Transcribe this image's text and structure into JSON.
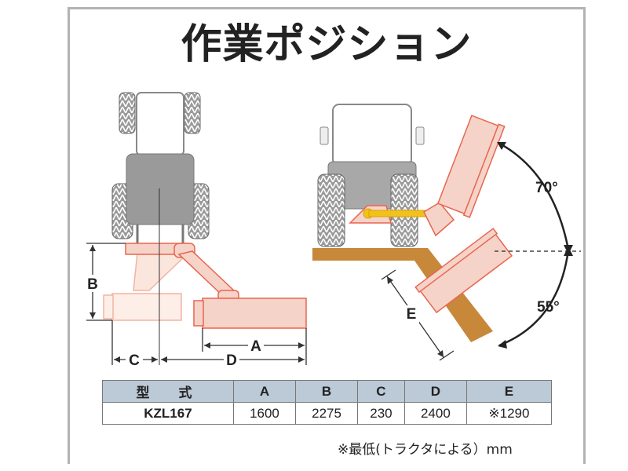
{
  "title": "作業ポジション",
  "labels": {
    "a": "A",
    "b": "B",
    "c": "C",
    "d": "D",
    "e": "E",
    "angle_up": "70°",
    "angle_down": "55°"
  },
  "table": {
    "headers": [
      "型　式",
      "A",
      "B",
      "C",
      "D",
      "E"
    ],
    "row": [
      "KZL167",
      "1600",
      "2275",
      "230",
      "2400",
      "※1290"
    ]
  },
  "note": "※最低(トラクタによる）mm",
  "colors": {
    "implement_fill": "#f6d3c8",
    "implement_stroke": "#e8654f",
    "ground": "#c7883a",
    "shaft": "#f2c21b",
    "table_header": "#bcc9d6"
  }
}
